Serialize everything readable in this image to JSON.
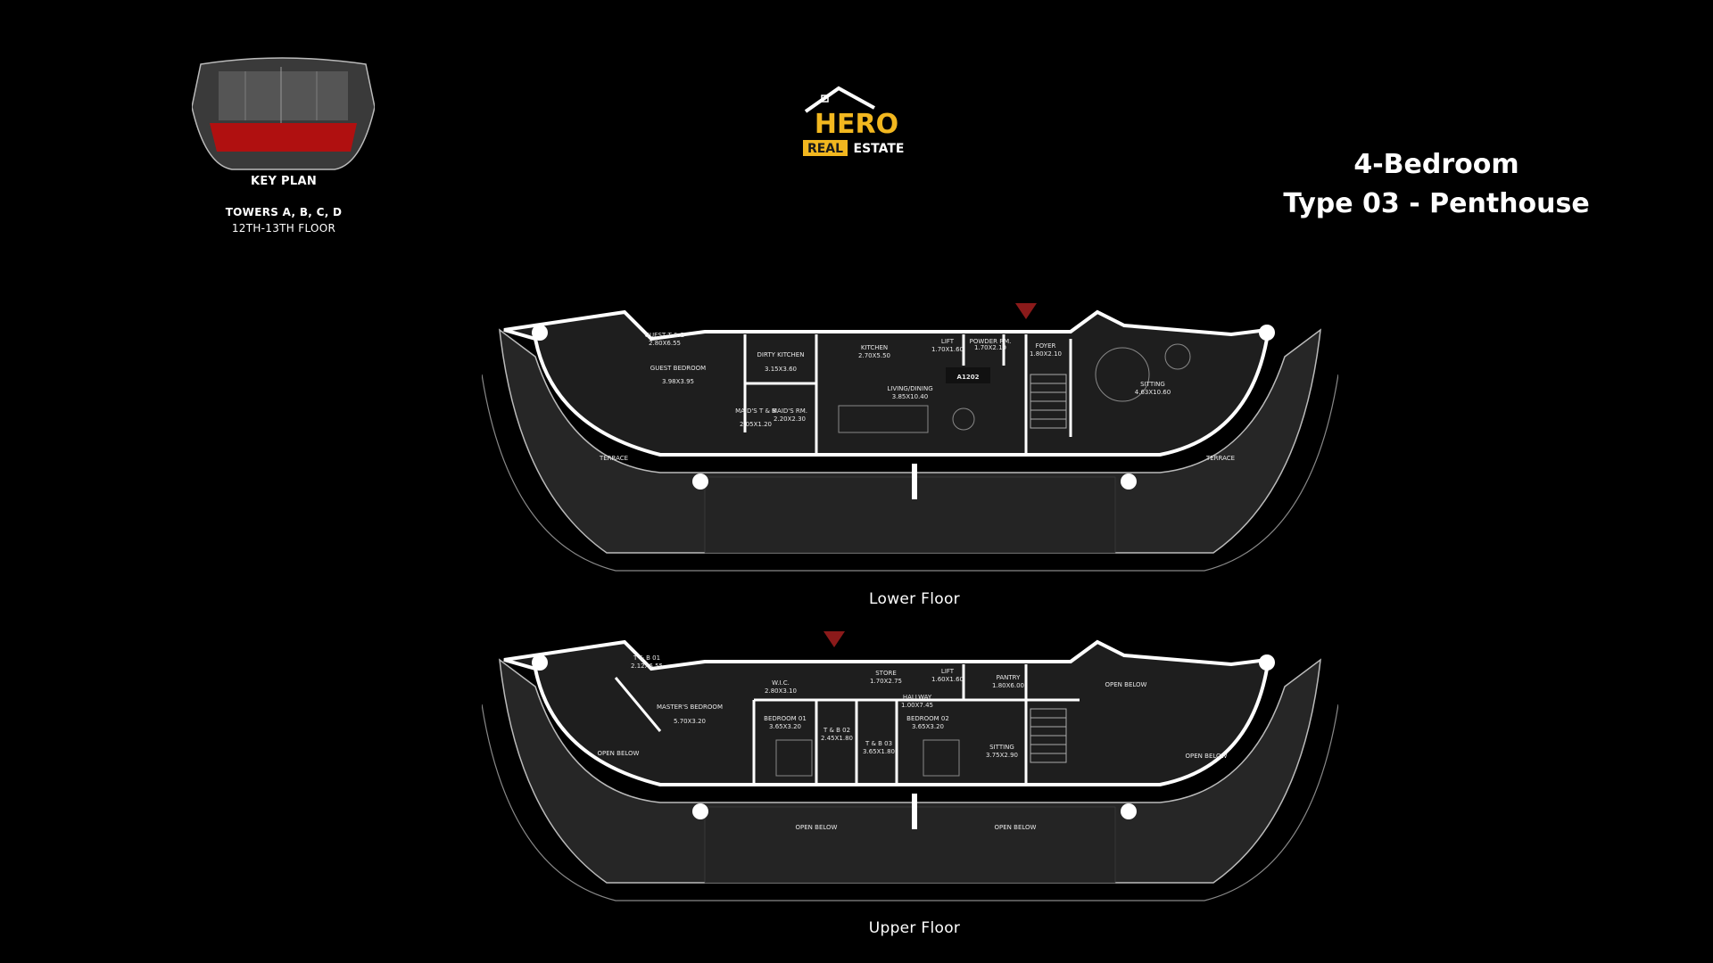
{
  "key_plan": {
    "title": "KEY PLAN",
    "towers": "TOWERS A, B, C, D",
    "floors": "12TH-13TH FLOOR"
  },
  "logo": {
    "line1": "HERO",
    "real": "REAL",
    "estate": "ESTATE",
    "colors": {
      "gold": "#f2b71f",
      "dark": "#1a1a1a"
    }
  },
  "title": {
    "line1": "4-Bedroom",
    "line2": "Type 03 - Penthouse"
  },
  "lower_floor": {
    "caption": "Lower Floor",
    "unit_id": "A1202",
    "rooms": [
      {
        "name": "GUEST T & B",
        "size": "2.80X6.55"
      },
      {
        "name": "GUEST BEDROOM",
        "size": "3.98X3.95"
      },
      {
        "name": "DIRTY KITCHEN",
        "size": "3.15X3.60"
      },
      {
        "name": "KITCHEN",
        "size": "2.70X5.50"
      },
      {
        "name": "LIFT",
        "size": "1.70X1.60"
      },
      {
        "name": "POWDER RM.",
        "size": "1.70X2.10"
      },
      {
        "name": "FOYER",
        "size": "1.80X2.10"
      },
      {
        "name": "LIVING/DINING",
        "size": "3.85X10.40"
      },
      {
        "name": "MAID'S T & B",
        "size": "2.05X1.20"
      },
      {
        "name": "MAID'S RM.",
        "size": "2.20X2.30"
      },
      {
        "name": "SITTING",
        "size": "4.63X10.60"
      },
      {
        "name": "TERRACE",
        "size": ""
      },
      {
        "name": "TERRACE",
        "size": ""
      }
    ]
  },
  "upper_floor": {
    "caption": "Upper Floor",
    "rooms": [
      {
        "name": "T & B 01",
        "size": "2.12X6.55"
      },
      {
        "name": "MASTER'S BEDROOM",
        "size": "5.70X3.20"
      },
      {
        "name": "W.I.C.",
        "size": "2.80X3.10"
      },
      {
        "name": "STORE",
        "size": "1.70X2.75"
      },
      {
        "name": "LIFT",
        "size": "1.60X1.60"
      },
      {
        "name": "PANTRY",
        "size": "1.80X6.00"
      },
      {
        "name": "HALLWAY",
        "size": "1.00X7.45"
      },
      {
        "name": "BEDROOM 01",
        "size": "3.65X3.20"
      },
      {
        "name": "T & B 02",
        "size": "2.45X1.80"
      },
      {
        "name": "T & B 03",
        "size": "3.65X1.80"
      },
      {
        "name": "BEDROOM 02",
        "size": "3.65X3.20"
      },
      {
        "name": "SITTING",
        "size": "3.75X2.90"
      },
      {
        "name": "OPEN BELOW",
        "size": ""
      },
      {
        "name": "OPEN BELOW",
        "size": ""
      },
      {
        "name": "OPEN BELOW",
        "size": ""
      },
      {
        "name": "OPEN BELOW",
        "size": ""
      },
      {
        "name": "OPEN BELOW",
        "size": ""
      }
    ]
  },
  "colors": {
    "background": "#000000",
    "floor_fill": "#2a2a2a",
    "wall": "#ffffff",
    "entry_marker": "#8b1a1a",
    "key_highlight": "#b01010"
  }
}
